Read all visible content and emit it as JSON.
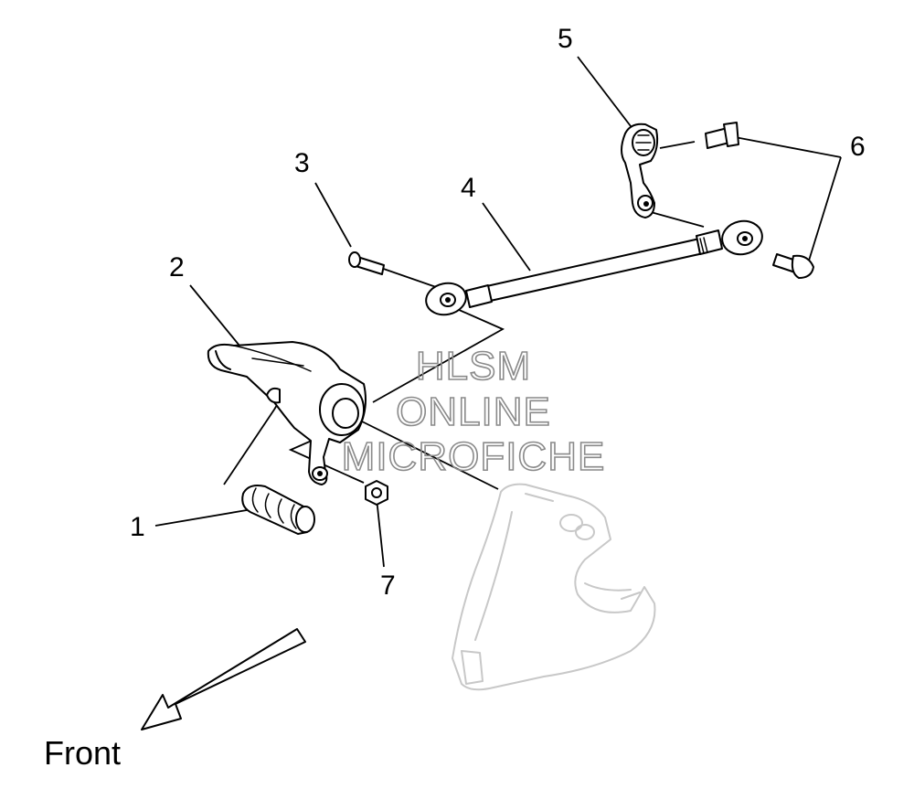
{
  "callouts": {
    "c1": "1",
    "c2": "2",
    "c3": "3",
    "c4": "4",
    "c5": "5",
    "c6": "6",
    "c7": "7"
  },
  "direction": {
    "label": "Front"
  },
  "watermark": {
    "line1": "HLSM",
    "line2": "ONLINE",
    "line3": "MICROFICHE"
  },
  "colors": {
    "line": "#000000",
    "ghost_part": "#c8c8c8",
    "watermark": "#8a8a8a",
    "background": "#ffffff"
  }
}
